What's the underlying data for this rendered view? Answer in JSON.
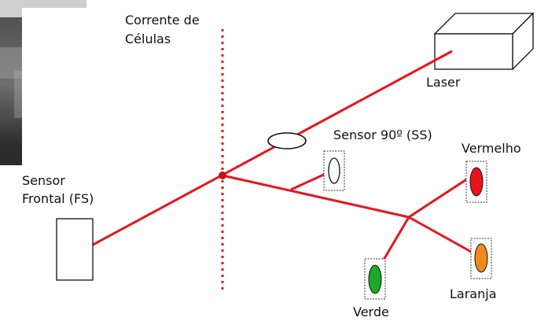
{
  "diagram": {
    "labels": {
      "cell_stream_line1": "Corrente de",
      "cell_stream_line2": "Células",
      "laser": "Laser",
      "side_sensor": "Sensor 90º (SS)",
      "forward_sensor_line1": "Sensor",
      "forward_sensor_line2": "Frontal (FS)",
      "red_detector": "Vermelho",
      "orange_detector": "Laranja",
      "green_detector": "Verde"
    },
    "colors": {
      "beam": "#e8141c",
      "stream_dots": "#e8141c",
      "red_filter": "#e8141c",
      "orange_filter": "#f08a1e",
      "green_filter": "#1ea82a",
      "photo_background_dark": "#2b2b2b",
      "photo_background_light": "#c8c8c8"
    }
  }
}
